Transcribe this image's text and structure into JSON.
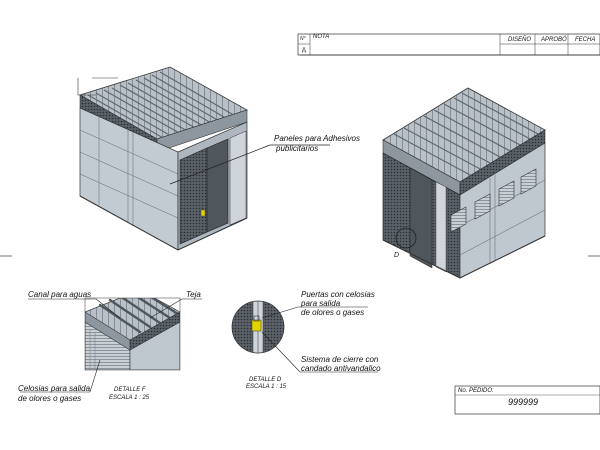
{
  "title_block": {
    "number_label": "N°",
    "nota_label": "NOTA",
    "diseno_label": "DISEÑO",
    "aprobo_label": "APROBÓ",
    "fecha_label": "FECHA",
    "pedido_label": "No. PEDIDO:",
    "pedido_value": "999999"
  },
  "callouts": {
    "paneles": "Paneles para Adhesivos",
    "paneles_line2": "publicitarios",
    "canal": "Canal para aguas",
    "teja": "Teja",
    "celosias": "Celosias para salida",
    "celosias_line2": "de olores o gases",
    "puertas": "Puertas con celosias",
    "puertas_line2": "para salida",
    "puertas_line3": "de olores o gases",
    "sistema": "Sistema de cierre con",
    "sistema_line2": "candado antivandalico",
    "detail_marker": "D"
  },
  "details": {
    "detalle_f": "DETALLE F",
    "escala_f": "ESCALA 1 : 25",
    "detalle_d": "DETALLE D",
    "escala_d": "ESCALA 1 : 15"
  },
  "colors": {
    "panel": "#bfc7cf",
    "panel_dark": "#8f99a3",
    "roof": "#9aa3ab",
    "lock": "#e3d400"
  }
}
